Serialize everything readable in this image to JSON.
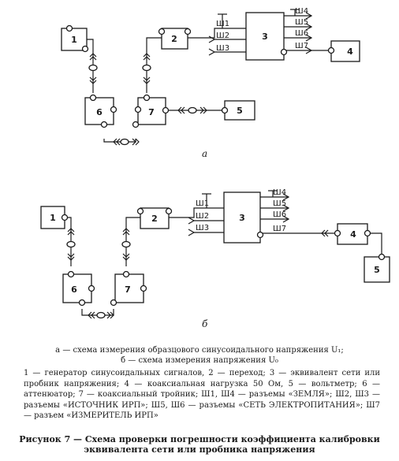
{
  "panel_a": {
    "label": "а",
    "blocks": {
      "b1": "1",
      "b2": "2",
      "b3": "3",
      "b4": "4",
      "b5": "5",
      "b6": "6",
      "b7": "7"
    },
    "ports": {
      "p1": "Ш1",
      "p2": "Ш2",
      "p3": "Ш3",
      "p4": "Ш4",
      "p5": "Ш5",
      "p6": "Ш6",
      "p7": "Ш7"
    }
  },
  "panel_b": {
    "label": "б",
    "blocks": {
      "b1": "1",
      "b2": "2",
      "b3": "3",
      "b4": "4",
      "b5": "5",
      "b6": "6",
      "b7": "7"
    },
    "ports": {
      "p1": "Ш1",
      "p2": "Ш2",
      "p3": "Ш3",
      "p4": "Ш4",
      "p5": "Ш5",
      "p6": "Ш6",
      "p7": "Ш7"
    }
  },
  "captions": {
    "a": "а — схема измерения образцового синусоидального напряжения U₁;",
    "b": "б — схема измерения напряжения U₀"
  },
  "legend": "1 — генератор синусоидальных сигналов, 2 — переход; 3 — эквивалент сети или пробник напряжения; 4 — коаксиальная нагрузка 50 Ом, 5 — вольтметр; 6 — аттенюатор; 7 — коаксиальный тройник; Ш1, Ш4 — разъемы «ЗЕМЛЯ»; Ш2, Ш3 — разъемы «ИСТОЧНИК ИРП»; Ш5, Ш6 — разъемы «СЕТЬ ЭЛЕКТРОПИТАНИЯ»; Ш7 — разъем «ИЗМЕРИТЕЛЬ ИРП»",
  "figure_caption": {
    "line1": "Рисунок 7 — Схема проверки погрешности коэффициента калибровки",
    "line2": "эквивалента сети или пробника напряжения"
  }
}
